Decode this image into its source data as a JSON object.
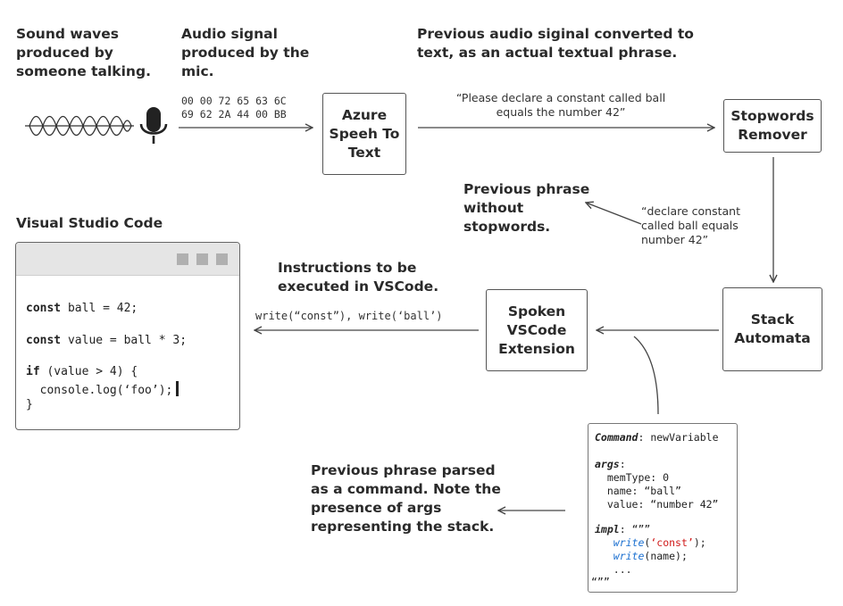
{
  "labels": {
    "sound_waves": "Sound waves\nproduced by\nsomeone talking.",
    "audio_signal": "Audio signal\nproduced by the\nmic.",
    "previous_audio": "Previous audio siginal converted to\ntext, as an actual textual phrase.",
    "previous_phrase": "Previous phrase\nwithout\nstopwords.",
    "visual_studio_code": "Visual Studio Code",
    "instructions": "Instructions to be\nexecuted in VSCode.",
    "parsed_command": "Previous phrase parsed\nas a command. Note the\npresence of args\nrepresenting the stack."
  },
  "annotations": {
    "hex_bytes": "00 00 72 65 63 6C\n69 62 2A 44 00 BB",
    "phrase_full": "“Please declare a constant called ball\nequals the number 42”",
    "phrase_stripped": "“declare constant\ncalled ball equals\nnumber 42”",
    "write_calls": "write(“const”), write(‘ball’)"
  },
  "boxes": {
    "azure": "Azure\nSpeeh To\nText",
    "stopwords": "Stopwords\nRemover",
    "stack": "Stack\nAutomata",
    "spoken": "Spoken\nVSCode\nExtension"
  },
  "vscode": {
    "line1_kw": "const",
    "line1_rest": " ball = 42;",
    "line2_kw": "const",
    "line2_rest": " value = ball * 3;",
    "line3_kw": "if",
    "line3_rest": " (value > 4) {",
    "line4": "  console.log(‘foo’);",
    "line5": "}"
  },
  "command": {
    "command_key": "Command",
    "command_value": " newVariable",
    "args_key": "args",
    "mem_type": "  memType: 0",
    "name": "  name: “ball”",
    "value": "  value: “number 42”",
    "impl_key": "impl",
    "impl_open": " “””",
    "write1_fn": "write",
    "write1_arg": "‘const’",
    "write2_fn": "write",
    "write2_rest": "(name);",
    "ellipsis": "   ...",
    "impl_close": "“””"
  },
  "colors": {
    "keyword_fn": "#1a6fd0",
    "string_red": "#d01a1a",
    "stroke": "#555555"
  },
  "icons": [
    "sound-wave-icon",
    "microphone-icon"
  ]
}
